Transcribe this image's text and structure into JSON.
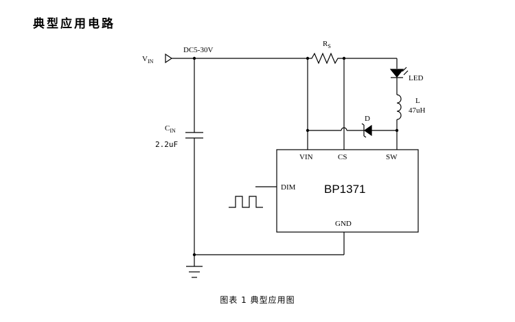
{
  "heading": "典型应用电路",
  "caption": "图表 1 典型应用图",
  "circuit": {
    "vin_label": "V",
    "vin_sub": "IN",
    "supply_range": "DC5-30V",
    "rs_label": "R",
    "rs_sub": "S",
    "led_label": "LED",
    "inductor_label": "L",
    "inductor_value": "47uH",
    "diode_label": "D",
    "cin_label": "C",
    "cin_sub": "IN",
    "cin_value": "2.2uF",
    "chip_name": "BP1371",
    "pins": {
      "vin": "VIN",
      "cs": "CS",
      "sw": "SW",
      "dim": "DIM",
      "gnd": "GND"
    }
  }
}
